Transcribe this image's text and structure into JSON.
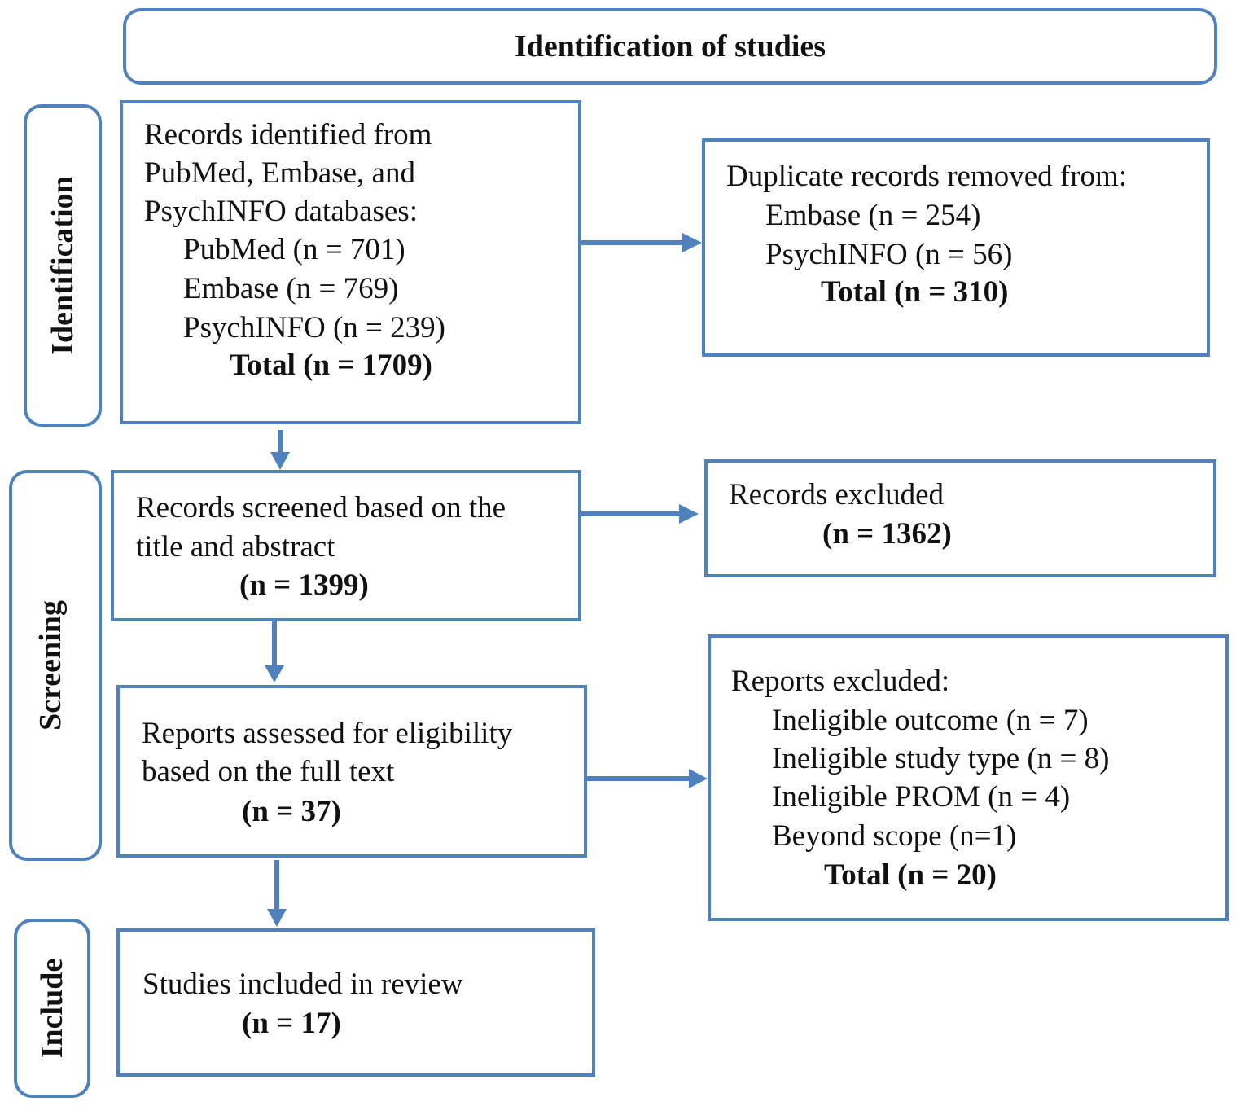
{
  "header": {
    "title": "Identification of studies"
  },
  "phases": {
    "identification": "Identification",
    "screening": "Screening",
    "include": "Include"
  },
  "boxes": {
    "records_identified": {
      "lines": [
        "Records identified from",
        "PubMed, Embase, and",
        "PsychINFO databases:"
      ],
      "items": [
        "PubMed (n = 701)",
        "Embase (n = 769)",
        "PsychINFO (n = 239)"
      ],
      "total": "Total (n = 1709)"
    },
    "duplicates_removed": {
      "title": "Duplicate records removed from:",
      "items": [
        "Embase (n = 254)",
        "PsychINFO (n = 56)"
      ],
      "total": "Total (n = 310)"
    },
    "records_screened": {
      "lines": [
        "Records screened based on the",
        "title and abstract"
      ],
      "count": "(n = 1399)"
    },
    "records_excluded": {
      "title": "Records excluded",
      "count": "(n = 1362)"
    },
    "reports_assessed": {
      "lines": [
        "Reports assessed for eligibility",
        "based on the full text"
      ],
      "count": "(n = 37)"
    },
    "reports_excluded": {
      "title": "Reports excluded:",
      "items": [
        "Ineligible outcome (n = 7)",
        "Ineligible study type (n = 8)",
        "Ineligible PROM (n = 4)",
        "Beyond scope (n=1)"
      ],
      "total": "Total (n = 20)"
    },
    "studies_included": {
      "title": "Studies included in review",
      "count": "(n = 17)"
    }
  },
  "colors": {
    "border": "#4f81bd",
    "arrow": "#4f81bd",
    "text": "#111111"
  }
}
